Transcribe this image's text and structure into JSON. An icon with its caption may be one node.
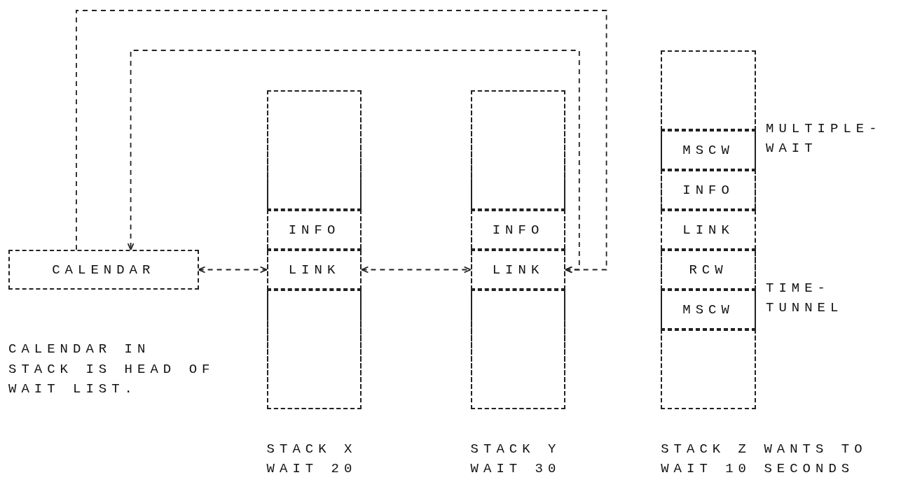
{
  "diagram": {
    "nodes": [
      {
        "text": [
          "CALENDAR"
        ]
      },
      {
        "text": [],
        "shape": "box",
        "beside": [
          "STACK X WAIT 20"
        ]
      },
      {
        "text": [],
        "shape": "box",
        "in": 1
      },
      {
        "text": [
          "INFO"
        ],
        "in": 1
      },
      {
        "text": [
          "LINK"
        ],
        "in": 1
      },
      {
        "text": [],
        "shape": "box",
        "in": 1
      },
      {
        "text": [],
        "shape": "box",
        "beside": [
          "STACK Y WAIT 30"
        ]
      },
      {
        "text": [],
        "shape": "box",
        "in": 6
      },
      {
        "text": [
          "INFO"
        ],
        "in": 6
      },
      {
        "text": [
          "LINK"
        ],
        "in": 6
      },
      {
        "text": [],
        "shape": "box",
        "in": 6
      },
      {
        "text": [],
        "shape": "box",
        "beside": [
          "STACK Z WANTS TO WAIT 10 SECONDS"
        ]
      },
      {
        "text": [],
        "shape": "box",
        "in": 11
      },
      {
        "text": [
          "MSCW"
        ],
        "in": 11,
        "beside": [
          "MULTIPLE- WAIT"
        ]
      },
      {
        "text": [
          "INFO"
        ],
        "in": 11
      },
      {
        "text": [
          "LINK"
        ],
        "in": 11
      },
      {
        "text": [
          "RCW"
        ],
        "in": 11
      },
      {
        "text": [
          "MSCW"
        ],
        "in": 11,
        "beside": [
          "TIME- TUNNEL"
        ]
      },
      {
        "text": [],
        "shape": "box",
        "in": 11
      }
    ],
    "edges": [
      {
        "from": 0,
        "to": 4,
        "arrow": "both"
      },
      {
        "from": 4,
        "to": 9,
        "arrow": "both"
      },
      {
        "from": 0,
        "to": 9,
        "arrow": "to"
      },
      {
        "from": 9,
        "to": 0,
        "arrow": "both"
      }
    ],
    "labels": [
      "CALENDAR IN STACK IS HEAD OF WAIT LIST."
    ]
  }
}
